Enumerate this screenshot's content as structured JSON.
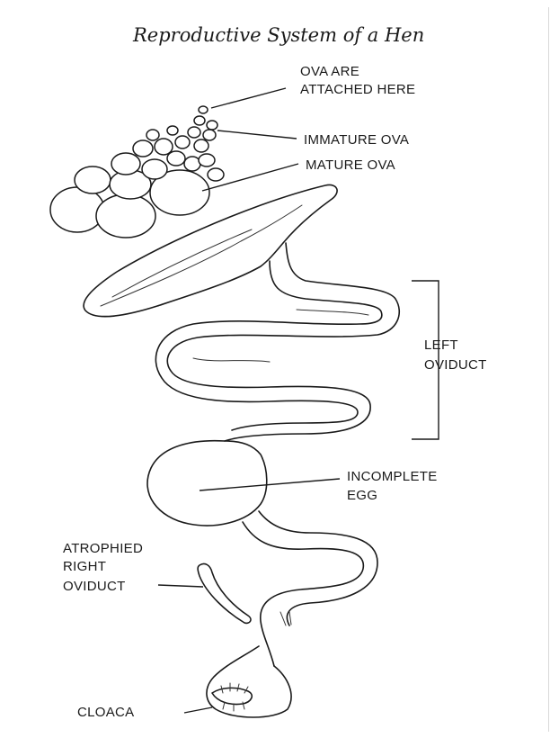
{
  "title": "Reproductive System of a Hen",
  "labels": {
    "ova_attached": [
      "OVA ARE",
      "ATTACHED HERE"
    ],
    "immature_ova": "IMMATURE OVA",
    "mature_ova": "MATURE OVA",
    "left_oviduct": [
      "LEFT",
      "OVIDUCT"
    ],
    "incomplete_egg": [
      "INCOMPLETE",
      "EGG"
    ],
    "atrophied_right_oviduct": [
      "ATROPHIED",
      "RIGHT",
      "OVIDUCT"
    ],
    "cloaca": "CLOACA"
  }
}
